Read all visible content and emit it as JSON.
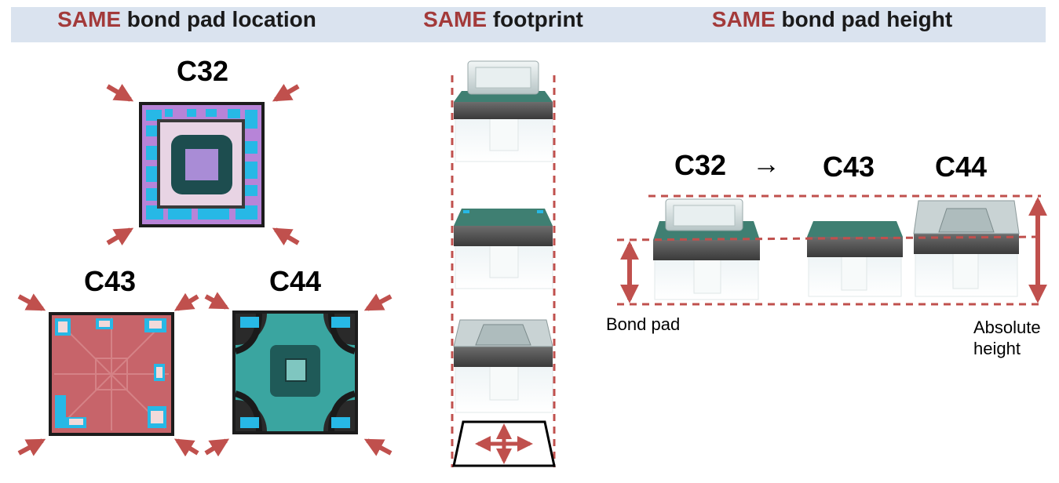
{
  "header": {
    "left": {
      "keyword": "SAME",
      "rest": "bond pad location"
    },
    "middle": {
      "keyword": "SAME",
      "rest": "footprint"
    },
    "right": {
      "keyword": "SAME",
      "rest": "bond pad height"
    }
  },
  "chips": {
    "c32": "C32",
    "c43": "C43",
    "c44": "C44"
  },
  "height_panel": {
    "c32": "C32",
    "arrow": "→",
    "c43": "C43",
    "c44": "C44",
    "bond_pad_label": "Bond pad",
    "absolute_height_line1": "Absolute",
    "absolute_height_line2": "height"
  },
  "colors": {
    "accent_red": "#c0504d",
    "keyword_red": "#a33a3a",
    "header_band": "#dae3ef",
    "c32_substrate": "#b784d8",
    "c43_substrate": "#c7646a",
    "c44_substrate": "#3aa5a0",
    "pad_cyan": "#27b8e6"
  }
}
